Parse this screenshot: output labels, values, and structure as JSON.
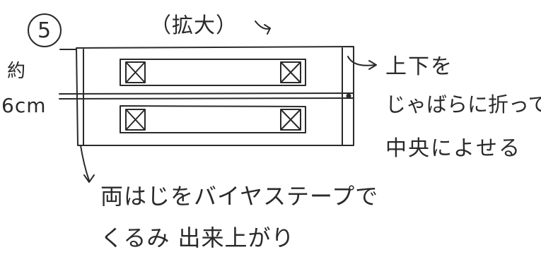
{
  "step_number": "5",
  "header_label": "（拡大）",
  "left_label": {
    "line1": "約",
    "line2": "6cm"
  },
  "right_note": {
    "line1": "上下を",
    "line2": "じゃばらに折って",
    "line3": "中央によせる"
  },
  "bottom_note": {
    "line1": "両はじをバイヤステープで",
    "line2": "くるみ 出来上がり"
  },
  "colors": {
    "ink": "#2a2a2a",
    "paper": "#ffffff"
  }
}
